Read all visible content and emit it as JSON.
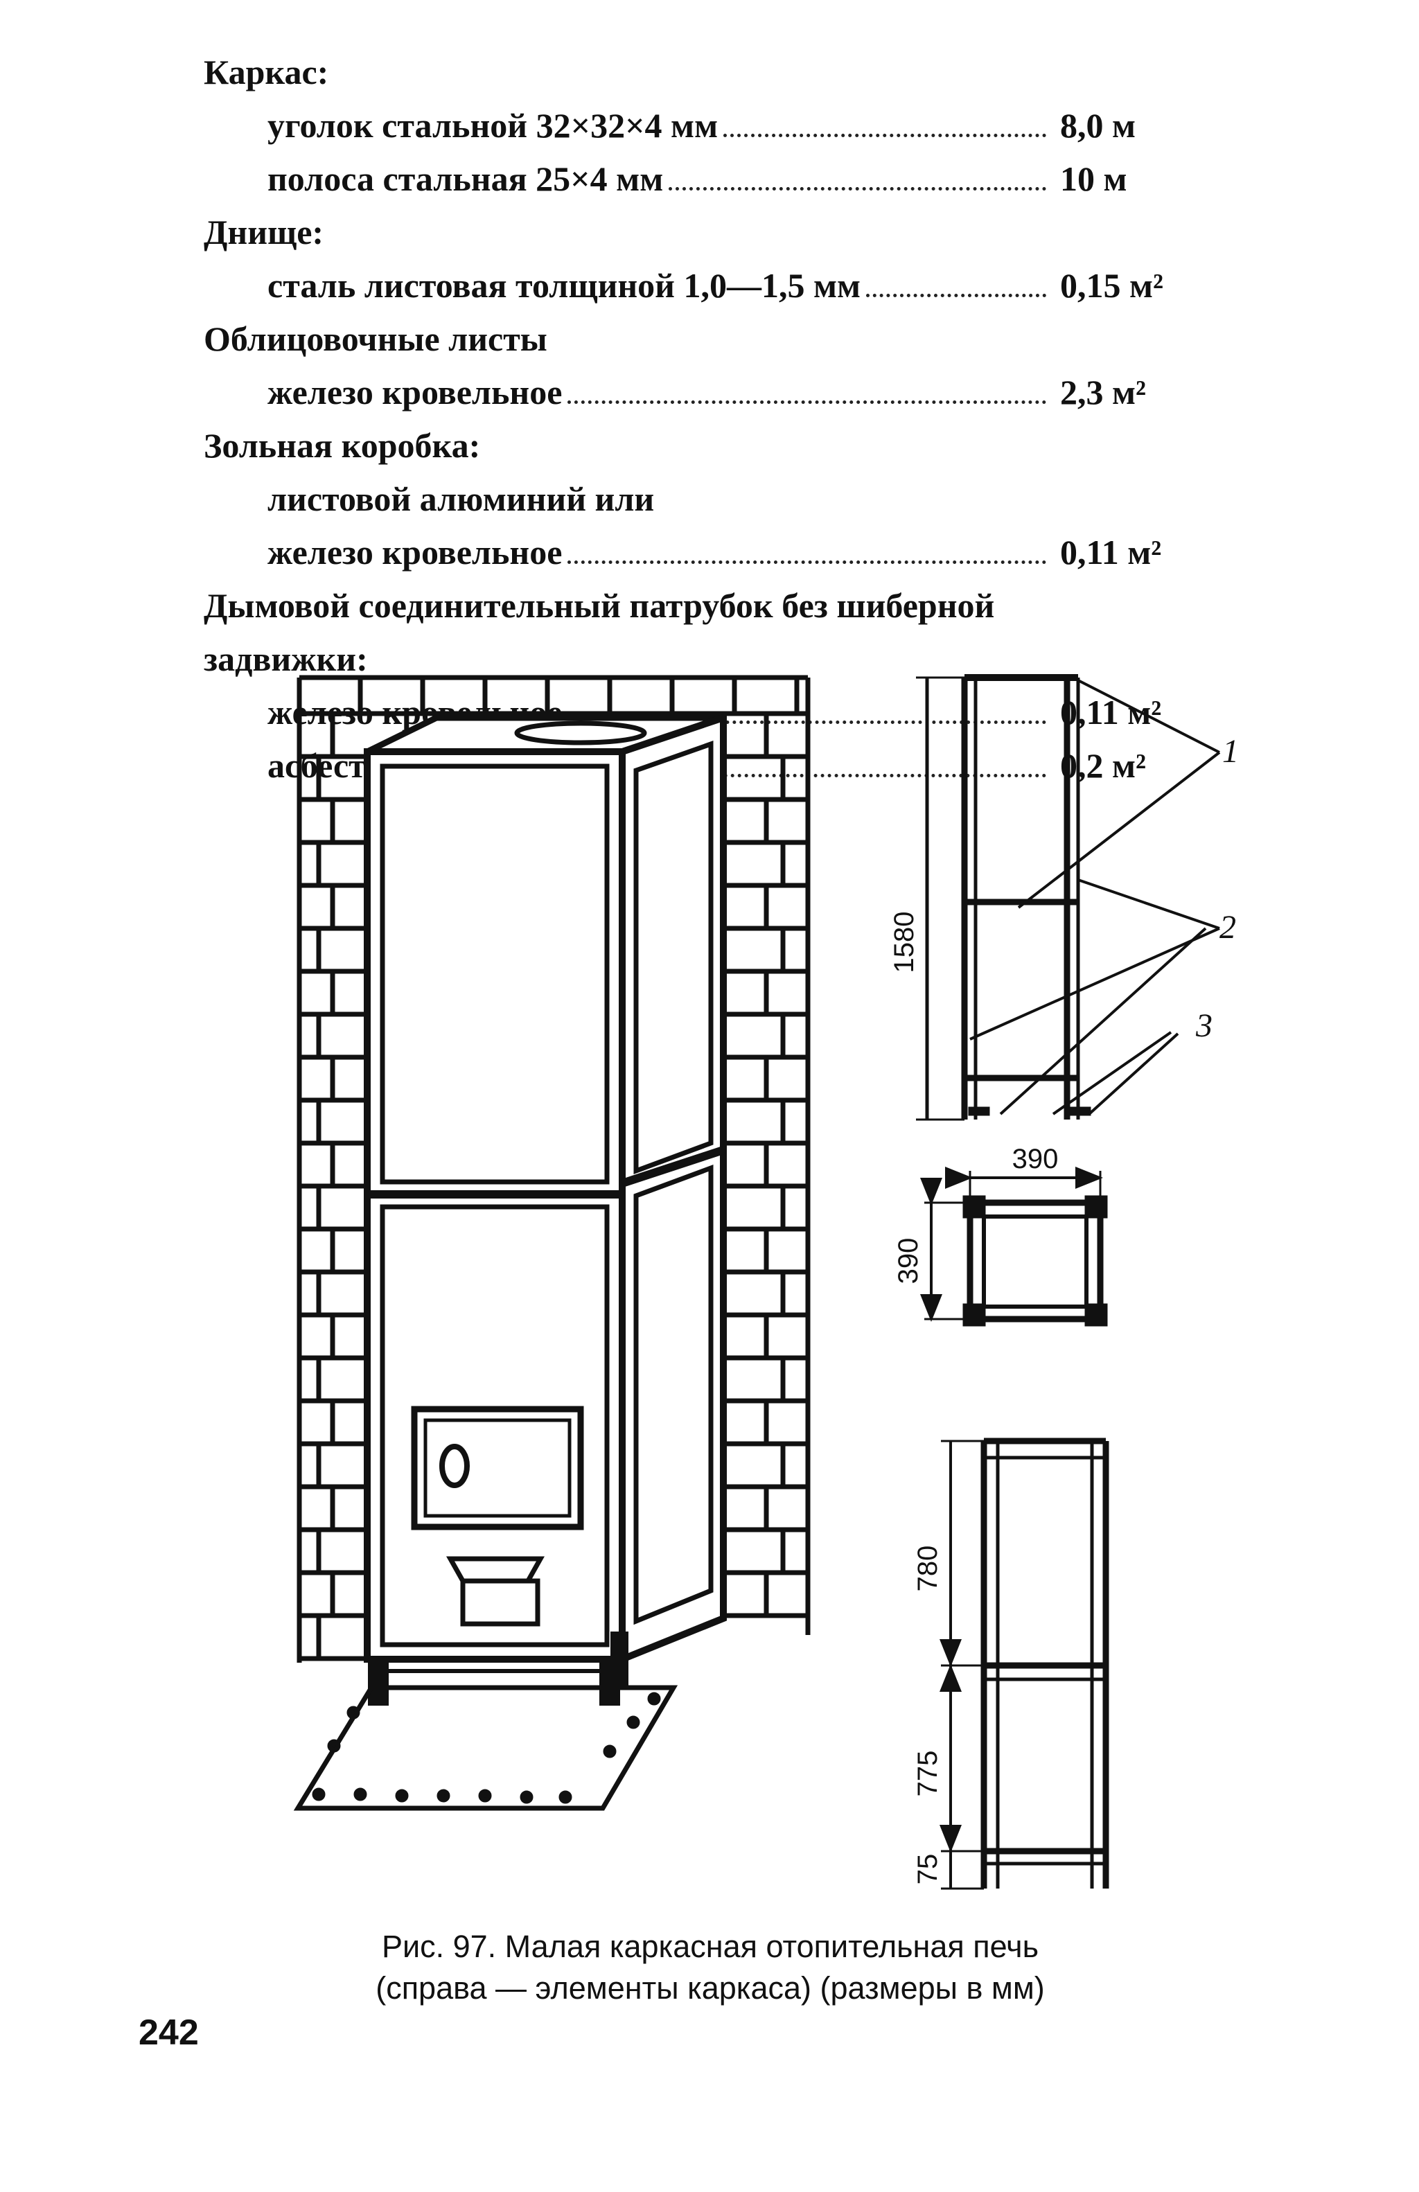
{
  "spec": {
    "rows": [
      {
        "kind": "heading",
        "label": "Каркас:",
        "amount": ""
      },
      {
        "kind": "item",
        "label": "уголок стальной 32×32×4 мм",
        "amount": "8,0 м"
      },
      {
        "kind": "item",
        "label": "полоса стальная 25×4 мм",
        "amount": "10 м"
      },
      {
        "kind": "heading",
        "label": "Днище:",
        "amount": ""
      },
      {
        "kind": "item",
        "label": "сталь листовая толщиной 1,0—1,5 мм",
        "amount": "0,15 м²"
      },
      {
        "kind": "heading",
        "label": "Облицовочные листы",
        "amount": ""
      },
      {
        "kind": "item",
        "label": "железо кровельное",
        "amount": "2,3 м²"
      },
      {
        "kind": "heading",
        "label": "Зольная коробка:",
        "amount": ""
      },
      {
        "kind": "item",
        "label": "листовой алюминий или",
        "amount": ""
      },
      {
        "kind": "item",
        "label": "железо кровельное",
        "amount": "0,11 м²"
      },
      {
        "kind": "heading",
        "label": "Дымовой соединительный патрубок без шиберной",
        "amount": ""
      },
      {
        "kind": "heading",
        "label": "задвижки:",
        "amount": ""
      },
      {
        "kind": "item",
        "label": "железо кровельное",
        "amount": "0,11 м²"
      },
      {
        "kind": "item",
        "label": "асбест листовой",
        "amount": "0,2 м²"
      }
    ]
  },
  "figure": {
    "callouts": [
      "1",
      "2",
      "3"
    ],
    "dimensions": {
      "height_total": "1580",
      "plan_width": "390",
      "plan_depth": "390",
      "upper_section": "780",
      "lower_section": "775",
      "legs": "75"
    }
  },
  "caption": {
    "line1": "Рис. 97. Малая каркасная отопительная печь",
    "line2": "(справа — элементы каркаса) (размеры в мм)"
  },
  "page_number": "242"
}
